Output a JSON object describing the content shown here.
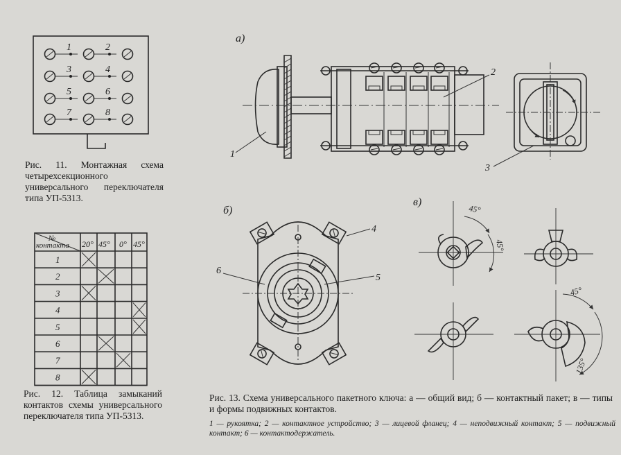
{
  "fig11": {
    "numbers": [
      "1",
      "2",
      "3",
      "4",
      "5",
      "6",
      "7",
      "8"
    ],
    "caption": "Рис. 11. Монтажная схема четырехсекционного универсального переключателя типа УП-5313."
  },
  "fig12": {
    "header_first": "№ контакта",
    "header_angles": [
      "20°",
      "45°",
      "0°",
      "45°"
    ],
    "rows": [
      {
        "n": "1",
        "marks": [
          1,
          0,
          0,
          0
        ]
      },
      {
        "n": "2",
        "marks": [
          0,
          1,
          0,
          0
        ]
      },
      {
        "n": "3",
        "marks": [
          1,
          0,
          0,
          0
        ]
      },
      {
        "n": "4",
        "marks": [
          0,
          0,
          0,
          1
        ]
      },
      {
        "n": "5",
        "marks": [
          0,
          0,
          0,
          1
        ]
      },
      {
        "n": "6",
        "marks": [
          0,
          1,
          0,
          0
        ]
      },
      {
        "n": "7",
        "marks": [
          0,
          0,
          1,
          0
        ]
      },
      {
        "n": "8",
        "marks": [
          1,
          0,
          0,
          0
        ]
      }
    ],
    "caption": "Рис. 12. Таблица замыканий контактов схемы универсального переключателя типа УП-5313."
  },
  "fig13": {
    "label_a": "а)",
    "label_b": "б)",
    "label_c": "в)",
    "callouts_a": [
      "1",
      "2",
      "3"
    ],
    "callouts_b": [
      "4",
      "5",
      "6"
    ],
    "angle_labels": [
      "45°",
      "45°",
      "45°",
      "135°"
    ],
    "caption": "Рис. 13. Схема универсального пакетного ключа: а — общий вид; б — контактный пакет; в — типы и формы подвижных контактов.",
    "legend": "1 — рукоятка; 2 — контактное устройство; 3 — лицевой фланец; 4 — неподвижный контакт; 5 — подвижный контакт; 6 — контактодержатель."
  }
}
